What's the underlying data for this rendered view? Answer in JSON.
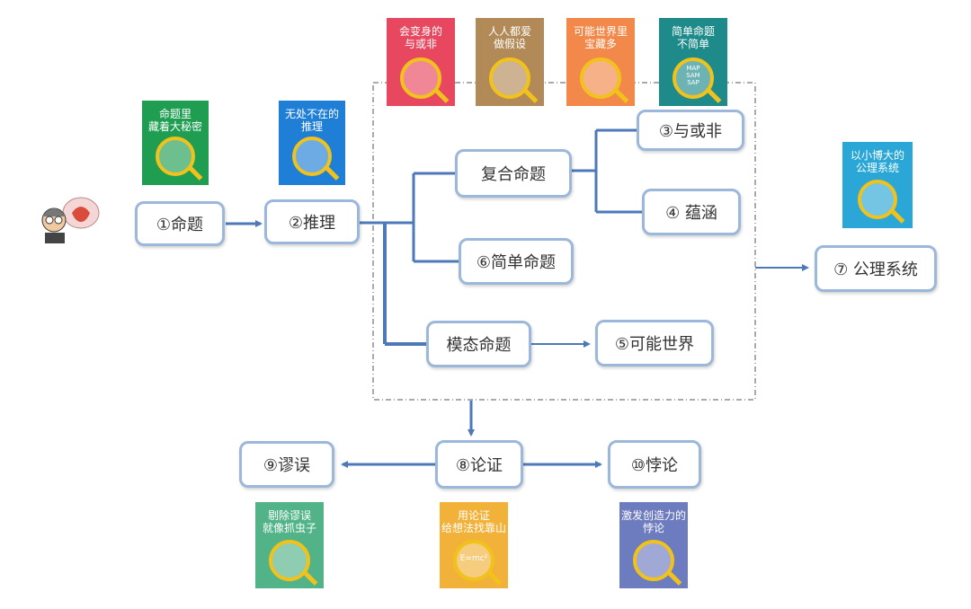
{
  "nodes": {
    "n1": "①命题",
    "n2": "②推理",
    "compound": "复合命题",
    "n3": "③与或非",
    "n4": "④ 蕴涵",
    "n6": "⑥简单命题",
    "modal": "模态命题",
    "n5": "⑤可能世界",
    "n7": "⑦ 公理系统",
    "n8": "⑧论证",
    "n9": "⑨谬误",
    "n10": "⑩悖论"
  },
  "books": {
    "b1": {
      "title": "命题里\n藏着大秘密",
      "color": "#1f9e52"
    },
    "b2": {
      "title": "无处不在的\n推理",
      "color": "#1f7fd6"
    },
    "b3": {
      "title": "会变身的\n与或非",
      "color": "#e8485f"
    },
    "b4": {
      "title": "人人都爱\n做假设",
      "color": "#b28a57"
    },
    "b5": {
      "title": "可能世界里\n宝藏多",
      "color": "#f2884a"
    },
    "b6": {
      "title": "简单命题\n不简单",
      "color": "#1f8a8a",
      "inner": "MAP\nSAM\nSAP"
    },
    "b7": {
      "title": "以小博大的\n公理系统",
      "color": "#2aa7d6"
    },
    "b8": {
      "title": "剔除谬误\n就像抓虫子",
      "color": "#52b389"
    },
    "b9": {
      "title": "用论证\n给想法找靠山",
      "color": "#f2b23a",
      "inner": "E=mc²"
    },
    "b10": {
      "title": "激发创造力的\n悖论",
      "color": "#6d7bbf"
    }
  },
  "colors": {
    "border": "#9bb7da",
    "line": "#4e79b8",
    "lens": "#f1c21b"
  }
}
